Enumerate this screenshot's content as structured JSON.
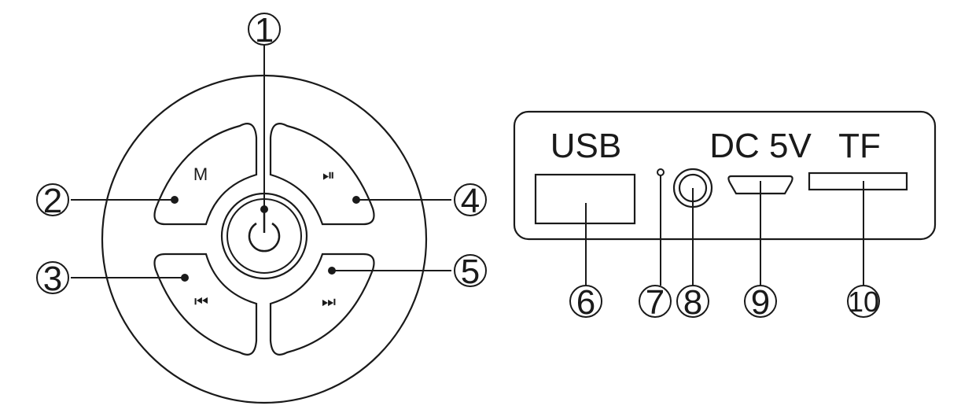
{
  "control_panel": {
    "buttons": {
      "mode": "M",
      "play_pause": "⏯",
      "previous": "⏮",
      "next": "⏭"
    },
    "callouts": [
      "1",
      "2",
      "3",
      "4",
      "5"
    ]
  },
  "port_panel": {
    "labels": {
      "usb": "USB",
      "dc": "DC 5V",
      "tf": "TF"
    },
    "callouts": [
      "6",
      "7",
      "8",
      "9",
      "10"
    ]
  }
}
